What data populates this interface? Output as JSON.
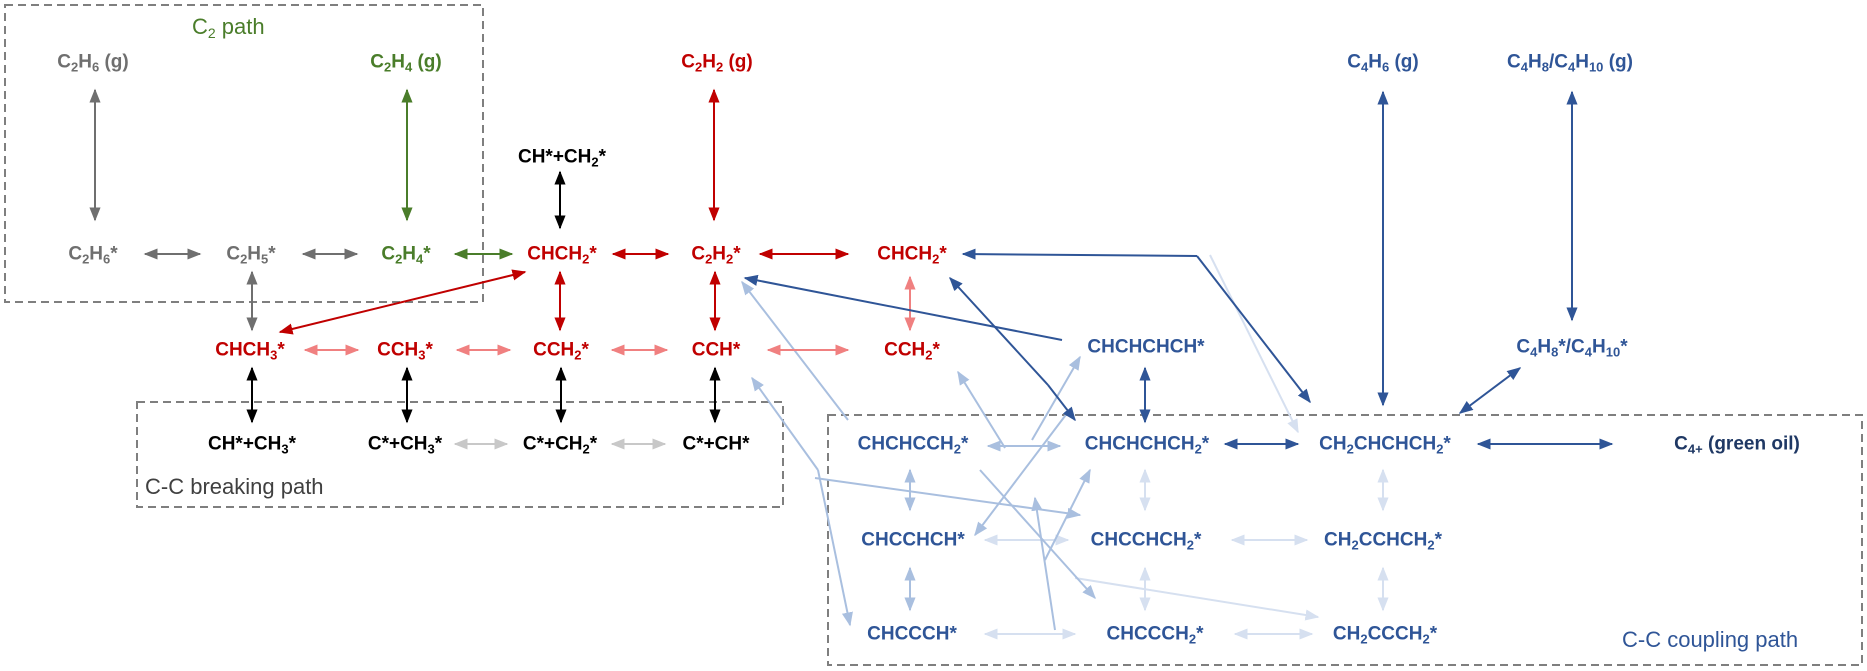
{
  "boxes": {
    "c2_path": {
      "label_main": "C",
      "label_sub": "2",
      "label_rest": " path"
    },
    "breaking_path": {
      "label": "C-C breaking path"
    },
    "coupling_path": {
      "label": "C-C coupling path"
    }
  },
  "nodes": {
    "c2h6_g": [
      {
        "t": "C"
      },
      {
        "s": "2"
      },
      {
        "t": "H"
      },
      {
        "s": "6"
      },
      {
        "t": " (g)"
      }
    ],
    "c2h4_g": [
      {
        "t": "C"
      },
      {
        "s": "2"
      },
      {
        "t": "H"
      },
      {
        "s": "4"
      },
      {
        "t": " (g)"
      }
    ],
    "c2h2_g": [
      {
        "t": "C"
      },
      {
        "s": "2"
      },
      {
        "t": "H"
      },
      {
        "s": "2"
      },
      {
        "t": " (g)"
      }
    ],
    "c4h6_g": [
      {
        "t": "C"
      },
      {
        "s": "4"
      },
      {
        "t": "H"
      },
      {
        "s": "6"
      },
      {
        "t": " (g)"
      }
    ],
    "c4h8_c4h10_g": [
      {
        "t": "C"
      },
      {
        "s": "4"
      },
      {
        "t": "H"
      },
      {
        "s": "8"
      },
      {
        "t": "/C"
      },
      {
        "s": "4"
      },
      {
        "t": "H"
      },
      {
        "s": "10"
      },
      {
        "t": " (g)"
      }
    ],
    "ch_ch2_top": [
      {
        "t": "CH*+CH"
      },
      {
        "s": "2"
      },
      {
        "t": "*"
      }
    ],
    "c2h6_ads": [
      {
        "t": "C"
      },
      {
        "s": "2"
      },
      {
        "t": "H"
      },
      {
        "s": "6"
      },
      {
        "t": "*"
      }
    ],
    "c2h5_ads": [
      {
        "t": "C"
      },
      {
        "s": "2"
      },
      {
        "t": "H"
      },
      {
        "s": "5"
      },
      {
        "t": "*"
      }
    ],
    "c2h4_ads": [
      {
        "t": "C"
      },
      {
        "s": "2"
      },
      {
        "t": "H"
      },
      {
        "s": "4"
      },
      {
        "t": "*"
      }
    ],
    "chch2_ads": [
      {
        "t": "CHCH"
      },
      {
        "s": "2"
      },
      {
        "t": "*"
      }
    ],
    "c2h2_ads": [
      {
        "t": "C"
      },
      {
        "s": "2"
      },
      {
        "t": "H"
      },
      {
        "s": "2"
      },
      {
        "t": "*"
      }
    ],
    "chch2_right": [
      {
        "t": "CHCH"
      },
      {
        "s": "2"
      },
      {
        "t": "*"
      }
    ],
    "chch3_ads": [
      {
        "t": "CHCH"
      },
      {
        "s": "3"
      },
      {
        "t": "*"
      }
    ],
    "cch3_ads": [
      {
        "t": "CCH"
      },
      {
        "s": "3"
      },
      {
        "t": "*"
      }
    ],
    "cch2_ads": [
      {
        "t": "CCH"
      },
      {
        "s": "2"
      },
      {
        "t": "*"
      }
    ],
    "cch_ads": [
      {
        "t": "CCH*"
      }
    ],
    "cch2_right": [
      {
        "t": "CCH"
      },
      {
        "s": "2"
      },
      {
        "t": "*"
      }
    ],
    "ch_ch3": [
      {
        "t": "CH*+CH"
      },
      {
        "s": "3"
      },
      {
        "t": "*"
      }
    ],
    "c_ch3": [
      {
        "t": "C*+CH"
      },
      {
        "s": "3"
      },
      {
        "t": "*"
      }
    ],
    "c_ch2": [
      {
        "t": "C*+CH"
      },
      {
        "s": "2"
      },
      {
        "t": "*"
      }
    ],
    "c_ch": [
      {
        "t": "C*+CH*"
      }
    ],
    "chchchch": [
      {
        "t": "CHCHCHCH*"
      }
    ],
    "c4h8_c4h10_ads": [
      {
        "t": "C"
      },
      {
        "s": "4"
      },
      {
        "t": "H"
      },
      {
        "s": "8"
      },
      {
        "t": "*/C"
      },
      {
        "s": "4"
      },
      {
        "t": "H"
      },
      {
        "s": "10"
      },
      {
        "t": "*"
      }
    ],
    "chchcch2": [
      {
        "t": "CHCHCCH"
      },
      {
        "s": "2"
      },
      {
        "t": "*"
      }
    ],
    "chchchch2": [
      {
        "t": "CHCHCHCH"
      },
      {
        "s": "2"
      },
      {
        "t": "*"
      }
    ],
    "ch2chchch2": [
      {
        "t": "CH"
      },
      {
        "s": "2"
      },
      {
        "t": "CHCHCH"
      },
      {
        "s": "2"
      },
      {
        "t": "*"
      }
    ],
    "c4plus": [
      {
        "t": "C"
      },
      {
        "s": "4+"
      },
      {
        "t": " (green oil)"
      }
    ],
    "chccch": [
      {
        "t": "CHCCHCH*"
      }
    ],
    "chcchch2": [
      {
        "t": "CHCCHCH"
      },
      {
        "s": "2"
      },
      {
        "t": "*"
      }
    ],
    "ch2cchch2": [
      {
        "t": "CH"
      },
      {
        "s": "2"
      },
      {
        "t": "CCHCH"
      },
      {
        "s": "2"
      },
      {
        "t": "*"
      }
    ],
    "chccch_bottom": [
      {
        "t": "CHCCCH*"
      }
    ],
    "chccch2": [
      {
        "t": "CHCCCH"
      },
      {
        "s": "2"
      },
      {
        "t": "*"
      }
    ],
    "ch2ccch2": [
      {
        "t": "CH"
      },
      {
        "s": "2"
      },
      {
        "t": "CCCH"
      },
      {
        "s": "2"
      },
      {
        "t": "*"
      }
    ]
  },
  "colors": {
    "gray": "#6f6f6f",
    "green": "#4a7d2a",
    "red": "#c00000",
    "pink": "#f08080",
    "black": "#000000",
    "lightgray": "#c8c8c8",
    "blue": "#2f5597",
    "lightblue": "#a9bfdf",
    "verylightblue": "#d6e0f0",
    "darkblue": "#1f3864"
  }
}
